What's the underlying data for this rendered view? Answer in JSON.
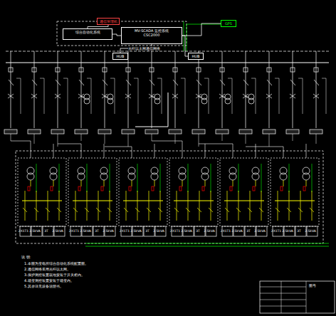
{
  "diagram": {
    "nodes": [
      {
        "text": [
          "综合自动化系统"
        ]
      },
      {
        "text": [
          "MV-SCADA 监控系统",
          "CSC2000"
        ]
      },
      {
        "text": [
          "通信管理机"
        ]
      },
      {
        "text": [
          "GPS"
        ]
      },
      {
        "text": [
          "HUB"
        ]
      },
      {
        "text": [
          "HUB"
        ]
      }
    ],
    "edges": [
      {
        "from": 0,
        "to": 1,
        "arrow": "none"
      },
      {
        "from": 2,
        "to": 0,
        "arrow": "none"
      },
      {
        "from": 1,
        "to": 4,
        "arrow": "none"
      },
      {
        "from": 1,
        "to": 5,
        "arrow": "none"
      },
      {
        "from": 1,
        "to": 3,
        "arrow": "none"
      }
    ],
    "labels": [
      "光纤以太网通信网络",
      "2X1T1",
      "2.5kVA",
      "3T",
      "2.5kVA",
      "2X1T1",
      "2.5kVA",
      "3T",
      "2.5kVA",
      "2X1T1",
      "2.5kVA",
      "3T",
      "2.5kVA",
      "2X1T1",
      "2.5kVA",
      "3T",
      "2.5kVA",
      "2X1T1",
      "2.5kVA",
      "3T",
      "2.5kVA",
      "2X1T1",
      "2.5kVA",
      "3T",
      "2.5kVA",
      "说 明:",
      "1.本图为变电所综合自动化系统配置图。",
      "2.通信网络采用光纤以太网。",
      "3.保护测控装置就地安装于开关柜内。",
      "4.箱变测控装置安装于箱变内。",
      "5.其余详见设备说明书。",
      "图号"
    ]
  }
}
